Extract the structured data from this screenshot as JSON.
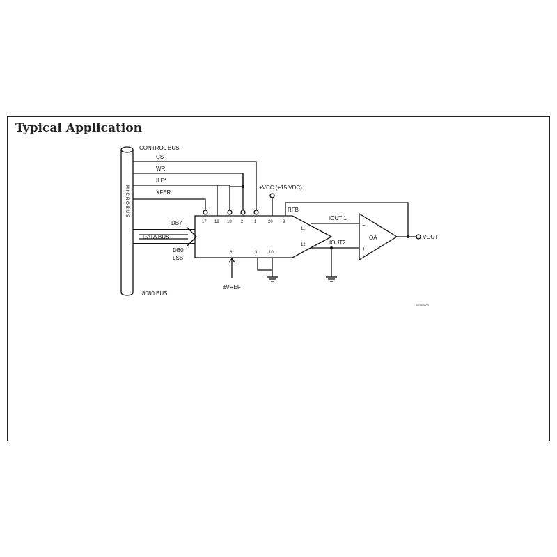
{
  "title": "Typical Application",
  "diagram": {
    "bus_left": {
      "top_label": "CONTROL BUS",
      "bottom_label": "8080 BUS",
      "vertical_label": "MICROBUS"
    },
    "control_signals": [
      "CS",
      "WR",
      "ILE*",
      "XFER"
    ],
    "data_bus": {
      "msb_label": "DB7",
      "bus_label": "DATA BUS",
      "lsb_label_1": "DB0",
      "lsb_label_2": "LSB"
    },
    "supply": "+VCC (+15 VDC)",
    "vref": "±VREF",
    "rfb": "RFB",
    "iout1": "IOUT 1",
    "iout2": "IOUT2",
    "opamp": "OA",
    "opamp_minus": "−",
    "opamp_plus": "+",
    "vout": "VOUT",
    "pins_top": [
      "17",
      "19",
      "18",
      "2",
      "1",
      "20",
      "9"
    ],
    "pins_bottom": [
      "8",
      "3",
      "10"
    ],
    "pins_right": [
      "11",
      "12"
    ],
    "figure_id": "00760003"
  }
}
